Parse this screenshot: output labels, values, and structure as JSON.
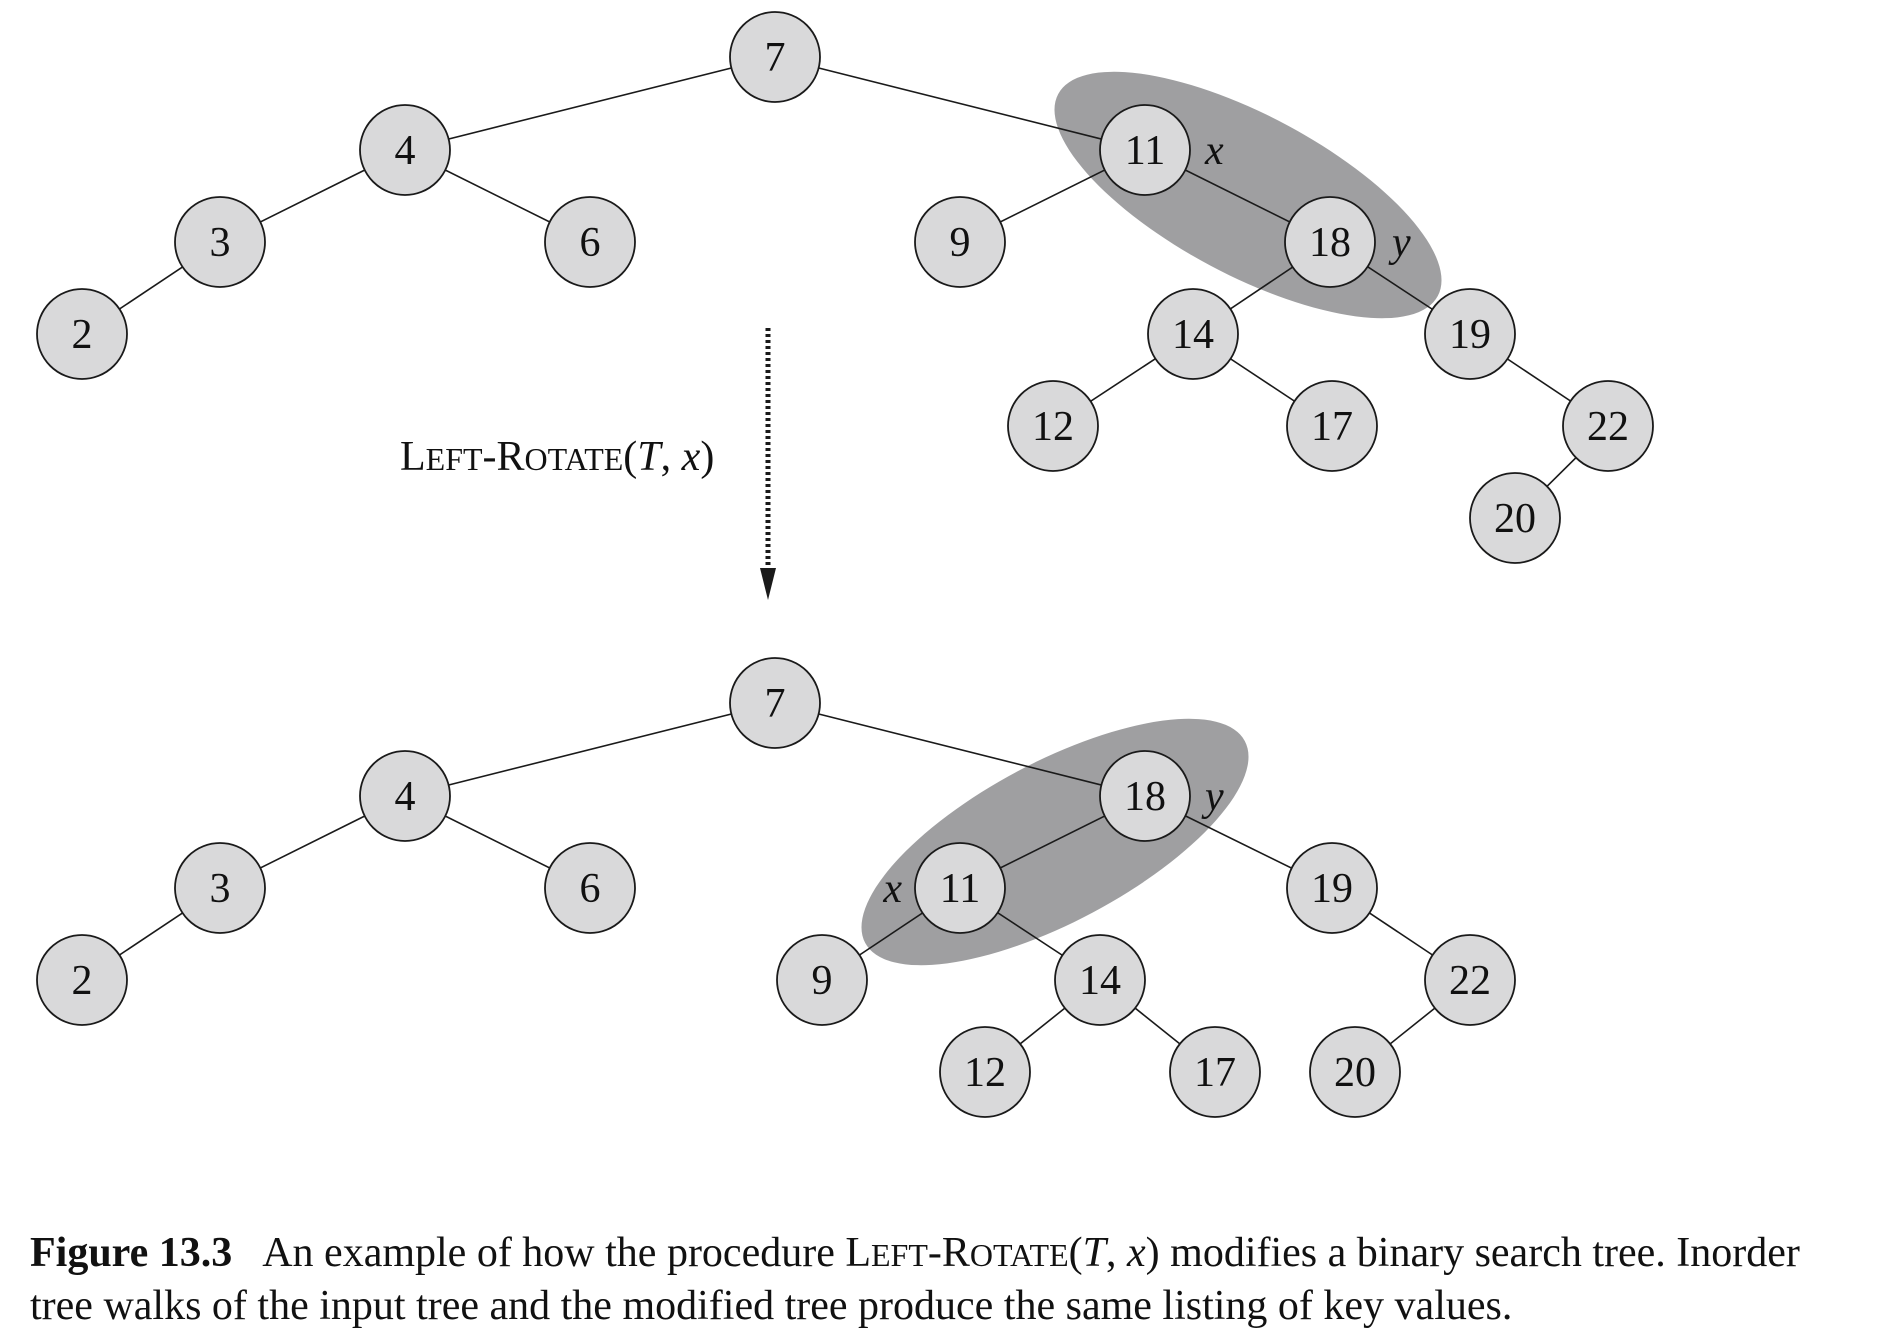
{
  "operation": {
    "name_caps": [
      "L",
      "EFT",
      "-R",
      "OTATE"
    ],
    "args_open": "(",
    "arg_tree": "T",
    "args_sep": ", ",
    "arg_node": "x",
    "args_close": ")"
  },
  "trees": [
    {
      "id": "before",
      "nodes": [
        {
          "key": "7"
        },
        {
          "key": "4"
        },
        {
          "key": "3"
        },
        {
          "key": "2"
        },
        {
          "key": "6"
        },
        {
          "key": "11"
        },
        {
          "key": "9"
        },
        {
          "key": "18"
        },
        {
          "key": "14"
        },
        {
          "key": "12"
        },
        {
          "key": "17"
        },
        {
          "key": "19"
        },
        {
          "key": "22"
        },
        {
          "key": "20"
        }
      ],
      "edges": [
        [
          "7",
          "4"
        ],
        [
          "7",
          "11"
        ],
        [
          "4",
          "3"
        ],
        [
          "4",
          "6"
        ],
        [
          "3",
          "2"
        ],
        [
          "11",
          "9"
        ],
        [
          "11",
          "18"
        ],
        [
          "18",
          "14"
        ],
        [
          "18",
          "19"
        ],
        [
          "14",
          "12"
        ],
        [
          "14",
          "17"
        ],
        [
          "19",
          "22"
        ],
        [
          "22",
          "20"
        ]
      ],
      "labels": [
        {
          "node": "11",
          "text": "x"
        },
        {
          "node": "18",
          "text": "y"
        }
      ],
      "highlighted_nodes": [
        "11",
        "18"
      ]
    },
    {
      "id": "after",
      "nodes": [
        {
          "key": "7"
        },
        {
          "key": "4"
        },
        {
          "key": "3"
        },
        {
          "key": "2"
        },
        {
          "key": "6"
        },
        {
          "key": "18"
        },
        {
          "key": "11"
        },
        {
          "key": "9"
        },
        {
          "key": "14"
        },
        {
          "key": "12"
        },
        {
          "key": "17"
        },
        {
          "key": "19"
        },
        {
          "key": "22"
        },
        {
          "key": "20"
        }
      ],
      "edges": [
        [
          "7",
          "4"
        ],
        [
          "7",
          "18"
        ],
        [
          "4",
          "3"
        ],
        [
          "4",
          "6"
        ],
        [
          "3",
          "2"
        ],
        [
          "18",
          "11"
        ],
        [
          "18",
          "19"
        ],
        [
          "11",
          "9"
        ],
        [
          "11",
          "14"
        ],
        [
          "14",
          "12"
        ],
        [
          "14",
          "17"
        ],
        [
          "19",
          "22"
        ],
        [
          "22",
          "20"
        ]
      ],
      "labels": [
        {
          "node": "11",
          "text": "x"
        },
        {
          "node": "18",
          "text": "y"
        }
      ],
      "highlighted_nodes": [
        "11",
        "18"
      ]
    }
  ],
  "caption": {
    "figure_number": "Figure 13.3",
    "text_before": "An example of how the procedure ",
    "text_after": " modifies a binary search tree. Inorder tree walks of the input tree and the modified tree produce the same listing of key values."
  }
}
